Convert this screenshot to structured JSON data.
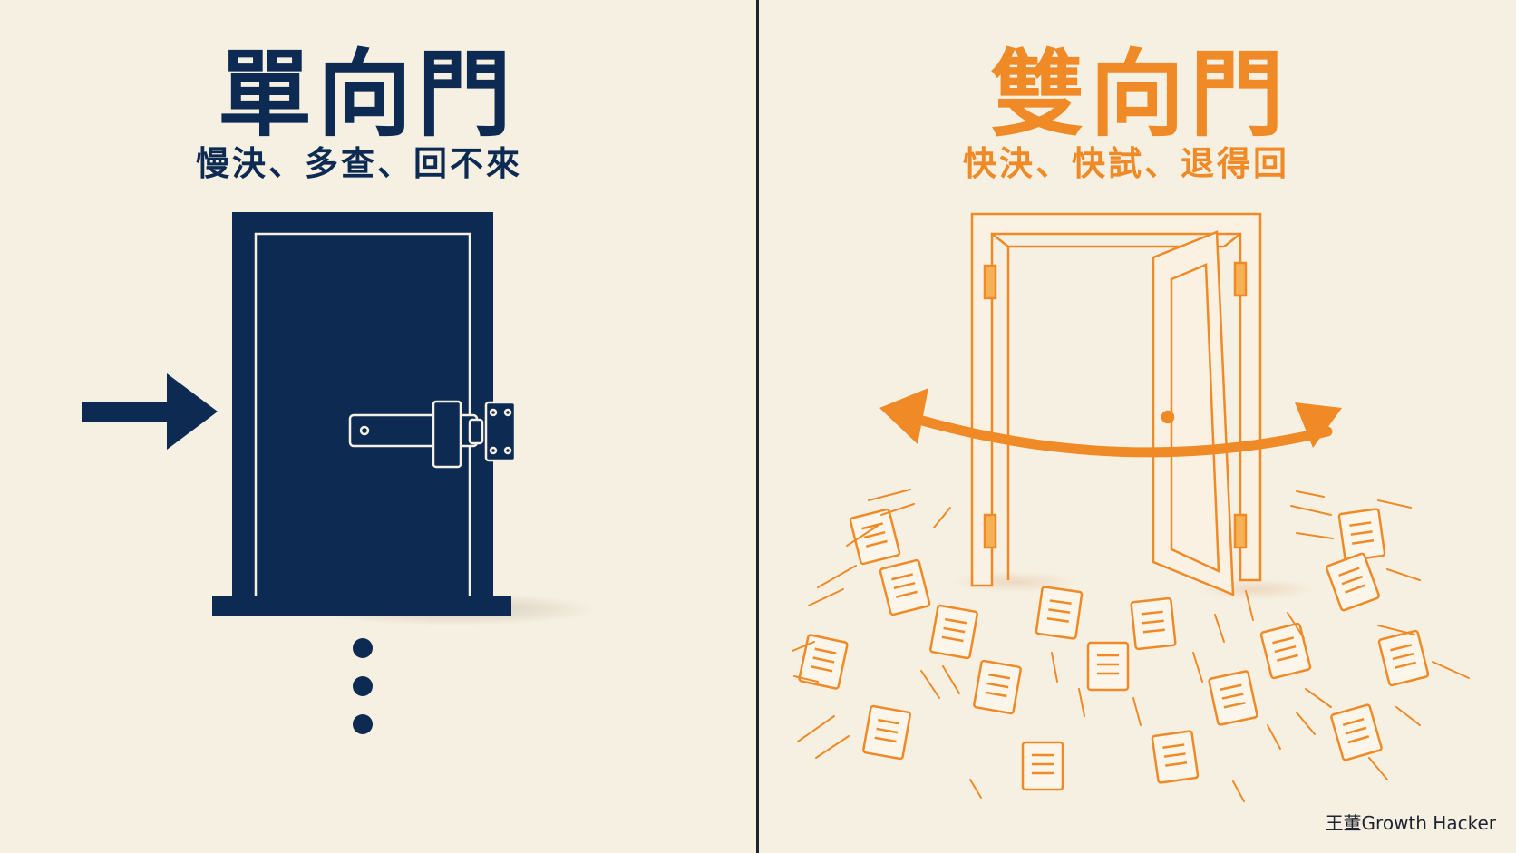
{
  "left_panel": {
    "title": "單向門",
    "subtitle": "慢決、多查、回不來",
    "color": "#0c2a52"
  },
  "right_panel": {
    "title": "雙向門",
    "subtitle": "快決、快試、退得回",
    "color": "#ef8a26"
  },
  "credit": "王董Growth Hacker",
  "icons": [
    "arrow-right-icon",
    "door-icon",
    "lock-latch-icon",
    "ellipsis-dots-icon",
    "open-door-icon",
    "double-arrow-icon",
    "document-icon"
  ]
}
